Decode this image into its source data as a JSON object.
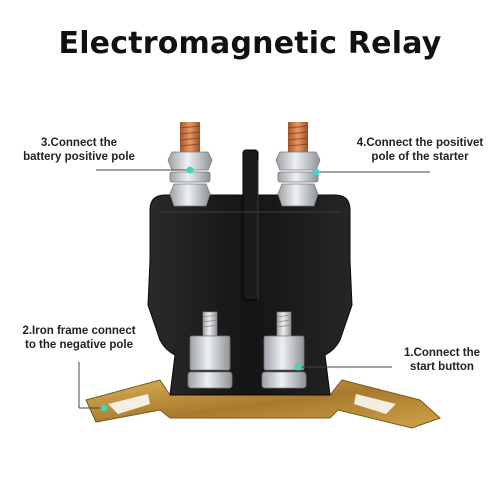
{
  "title": "Electromagnetic Relay",
  "callouts": [
    {
      "id": "c1",
      "line1": "1.Connect the",
      "line2": "start button"
    },
    {
      "id": "c2",
      "line1": "2.Iron frame connect",
      "line2": "to the negative pole"
    },
    {
      "id": "c3",
      "line1": "3.Connect the",
      "line2": "battery positive pole"
    },
    {
      "id": "c4",
      "line1": "4.Connect the positivet",
      "line2": "pole of the starter"
    }
  ],
  "colors": {
    "body": "#1c1c1c",
    "bracket": "#b8903a",
    "copper": "#c9743a",
    "steel": "#c9ccd0",
    "dot": "#3fd6c0"
  }
}
